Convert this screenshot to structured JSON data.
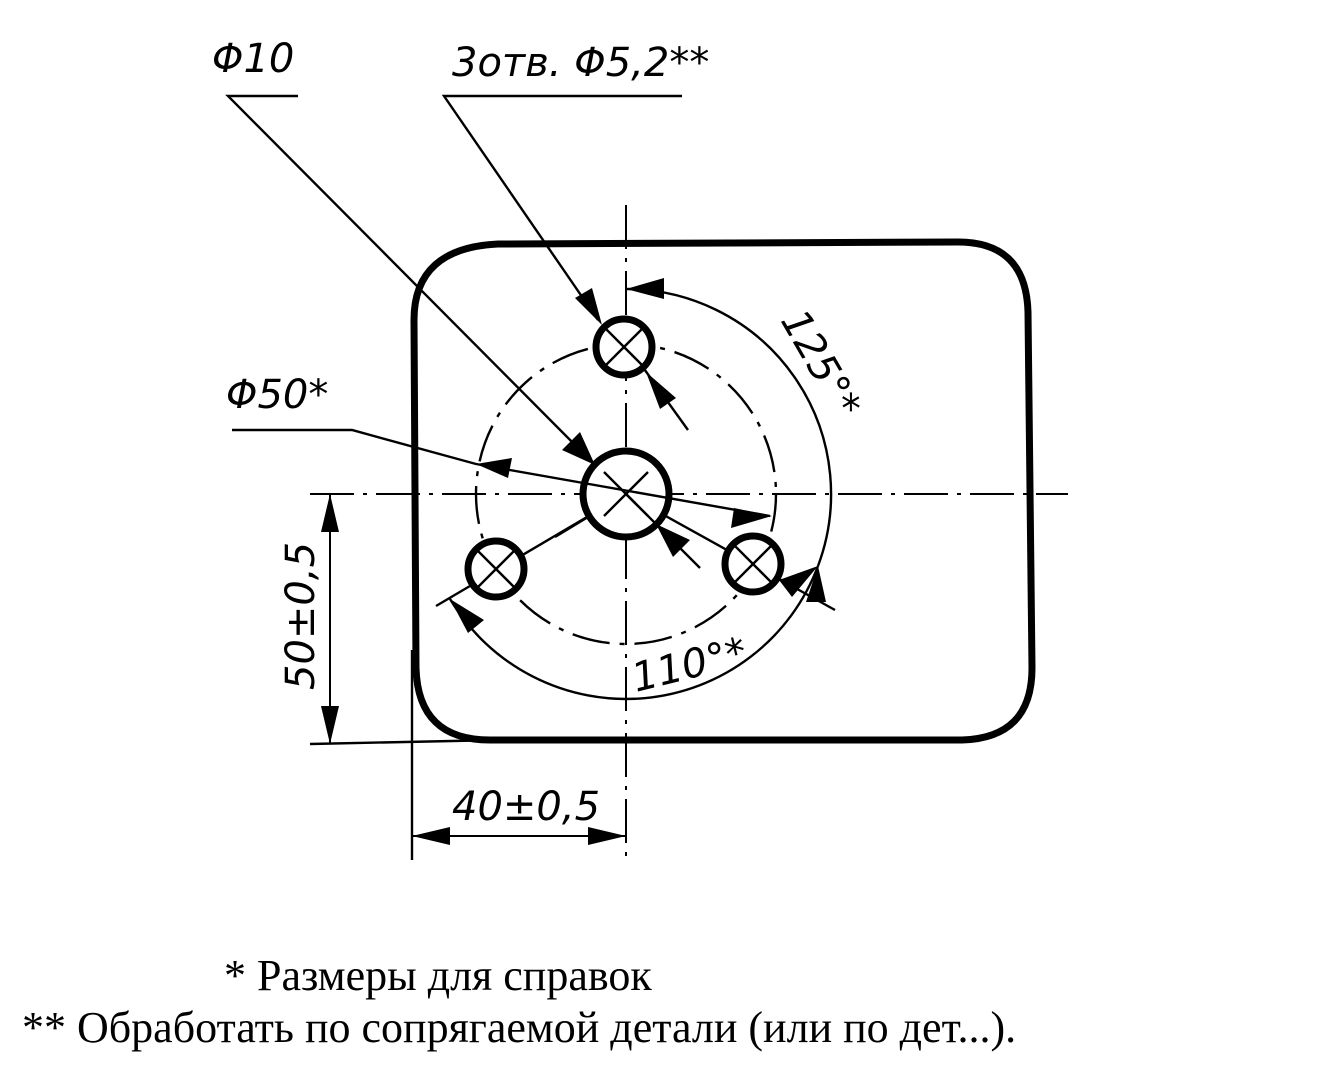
{
  "drawing": {
    "dimensions": {
      "center_hole_diameter": "Φ10",
      "holes_callout": "3отв. Φ5,2**",
      "pitch_circle_diameter": "Φ50*",
      "angle_top_right": "125°*",
      "angle_bottom": "110°*",
      "vertical_offset": "50±0,5",
      "horizontal_offset": "40±0,5"
    },
    "notes": [
      "* Размеры для справок",
      "** Обработать по сопрягаемой детали (или по дет...)."
    ]
  }
}
